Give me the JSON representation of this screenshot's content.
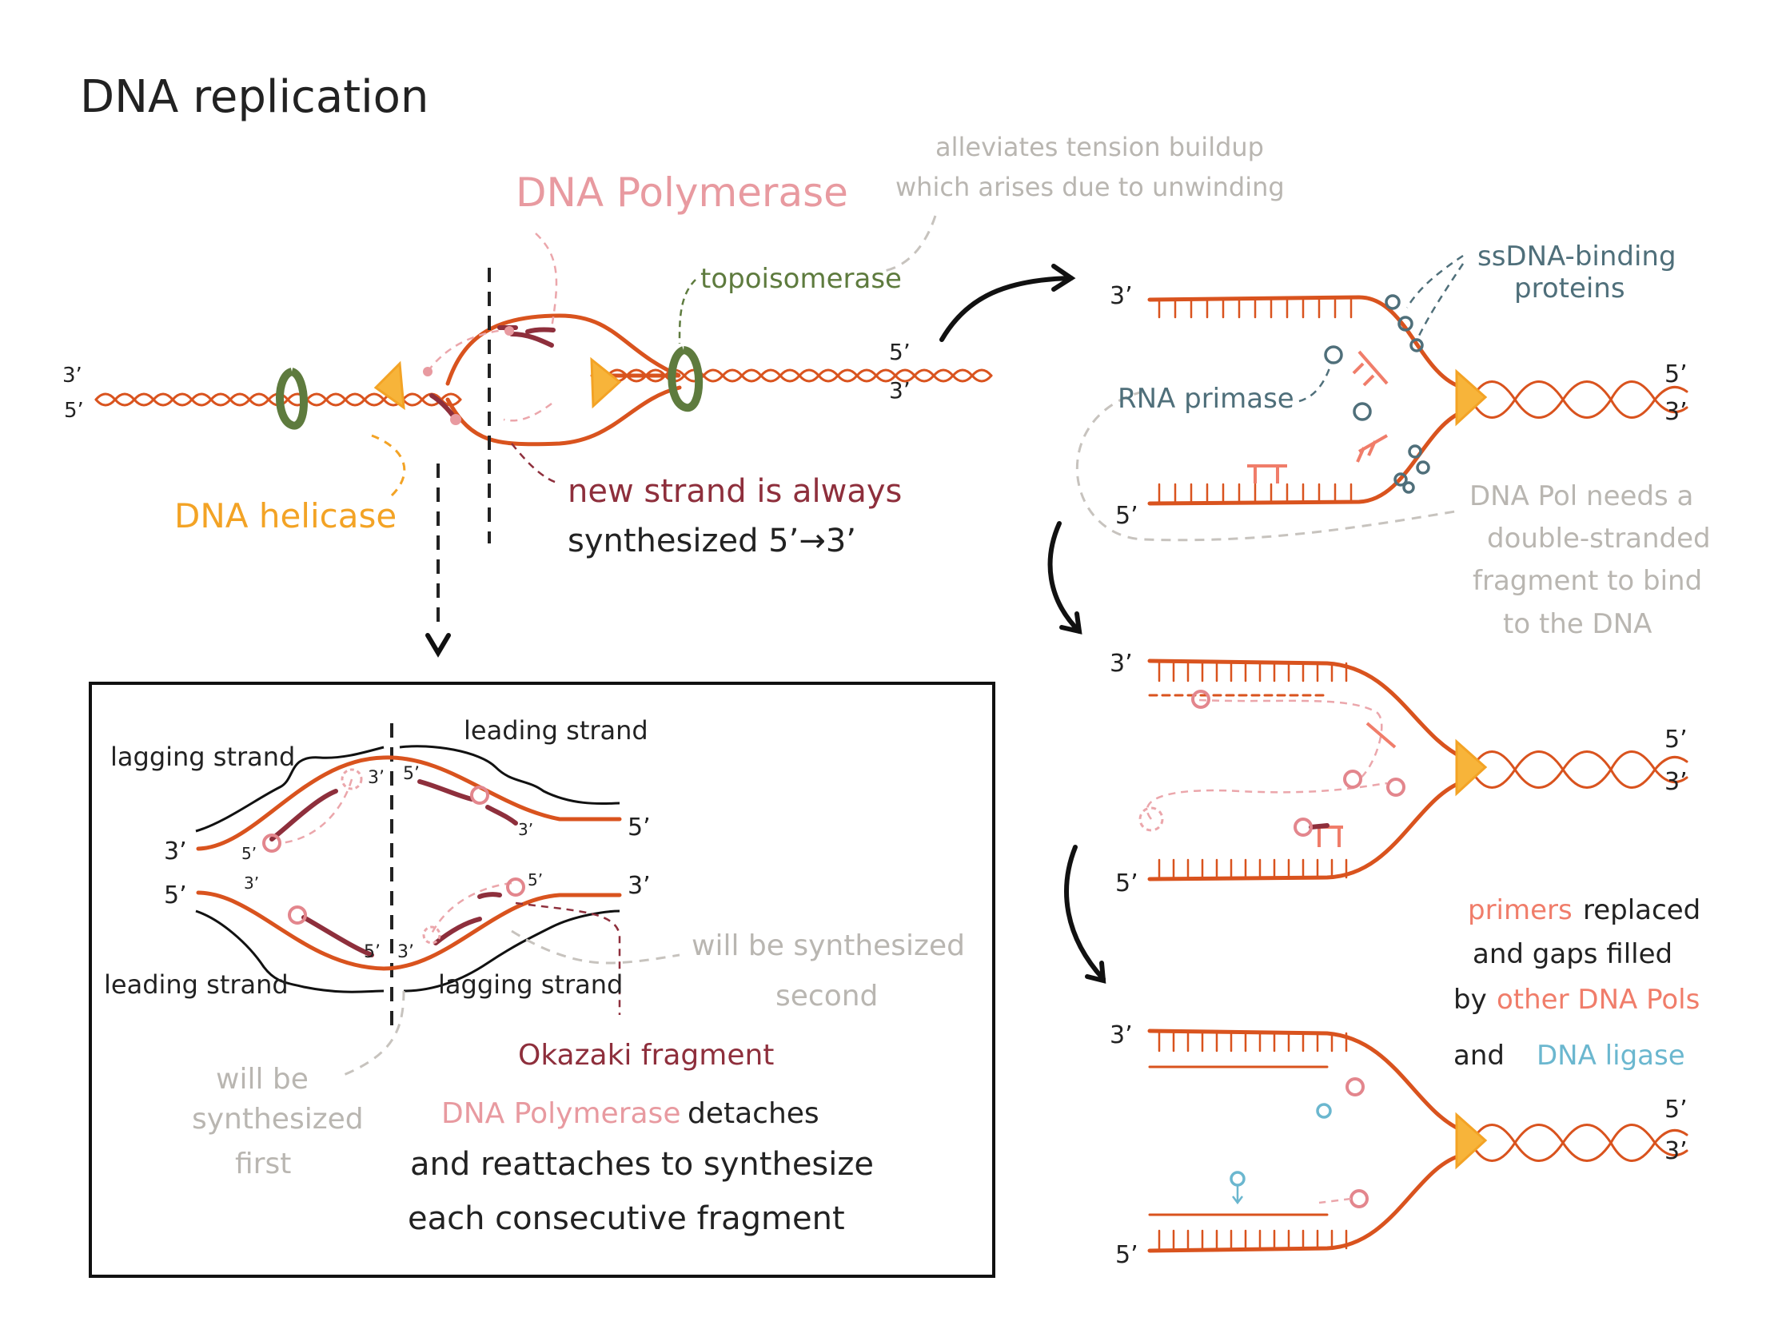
{
  "title": "DNA replication",
  "labels": {
    "dna_polymerase": "DNA Polymerase",
    "topoisomerase": "topoisomerase",
    "topo_note_line1": "alleviates tension buildup",
    "topo_note_line2": "which arises due to unwinding",
    "dna_helicase": "DNA helicase",
    "new_strand_line1": "new strand is always",
    "new_strand_line2": "synthesized 5’→3’",
    "ssdna_line1": "ssDNA-binding",
    "ssdna_line2": "proteins",
    "rna_primase": "RNA primase",
    "dna_pol_needs_line1": "DNA Pol needs a",
    "dna_pol_needs_line2": "double-stranded",
    "dna_pol_needs_line3": "fragment to bind",
    "dna_pol_needs_line4": "to the DNA",
    "primers_word": "primers",
    "replaced": "replaced",
    "and_gaps_filled": "and gaps filled",
    "by": "by",
    "other_dna_pols": "other DNA Pols",
    "and": "and",
    "dna_ligase": "DNA ligase"
  },
  "inset": {
    "lagging_strand_top": "lagging strand",
    "leading_strand_top": "leading strand",
    "leading_strand_bottom": "leading strand",
    "lagging_strand_bottom": "lagging strand",
    "will_be_second_line1": "will be synthesized",
    "will_be_second_line2": "second",
    "will_be_first_line1": "will be",
    "will_be_first_line2": "synthesized",
    "will_be_first_line3": "first",
    "okazaki": "Okazaki fragment",
    "detaches_pink": "DNA Polymerase",
    "detaches_rest": "detaches",
    "reattaches_line": "and reattaches to synthesize",
    "consecutive_line": "each consecutive fragment"
  },
  "ends": {
    "three_prime": "3’",
    "five_prime": "5’"
  },
  "colors": {
    "strand": "#d9531e",
    "helicase": "#f3a325",
    "polymerase": "#e89aa0",
    "new_strand": "#8e2f3c",
    "topoisomerase": "#5e7b3e",
    "ssb": "#4f6f7a",
    "primer": "#f07d6a",
    "ligase": "#6bb7cf",
    "annotation": "#b9b6b1"
  },
  "icons": [
    "helicase-triangle-icon",
    "topoisomerase-ring-icon",
    "polymerase-circle-icon",
    "ssb-protein-icon",
    "primase-circle-icon",
    "ligase-circle-icon"
  ]
}
